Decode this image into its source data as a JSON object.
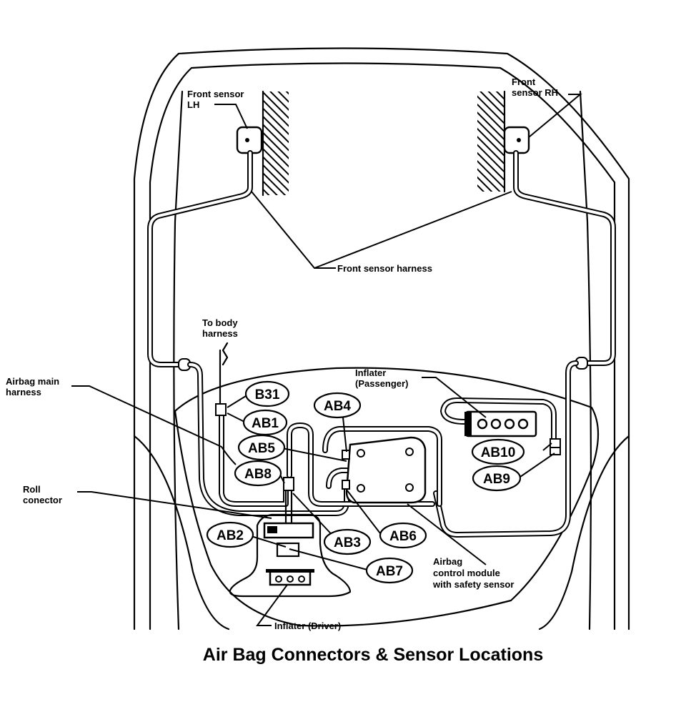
{
  "title": "Air Bag Connectors & Sensor Locations",
  "labels": {
    "front_sensor_lh_1": "Front sensor",
    "front_sensor_lh_2": "LH",
    "front_sensor_rh_1": "Front",
    "front_sensor_rh_2": "sensor RH",
    "front_sensor_harness": "Front sensor harness",
    "to_body_harness_1": "To body",
    "to_body_harness_2": "harness",
    "airbag_main_harness_1": "Airbag main",
    "airbag_main_harness_2": "harness",
    "inflater_passenger_1": "Inflater",
    "inflater_passenger_2": "(Passenger)",
    "roll_connector_1": "Roll",
    "roll_connector_2": "conector",
    "airbag_module_1": "Airbag",
    "airbag_module_2": "control module",
    "airbag_module_3": "with safety sensor",
    "inflater_driver": "Inflater (Driver)"
  },
  "connectors": {
    "b31": "B31",
    "ab1": "AB1",
    "ab2": "AB2",
    "ab3": "AB3",
    "ab4": "AB4",
    "ab5": "AB5",
    "ab6": "AB6",
    "ab7": "AB7",
    "ab8": "AB8",
    "ab9": "AB9",
    "ab10": "AB10"
  }
}
